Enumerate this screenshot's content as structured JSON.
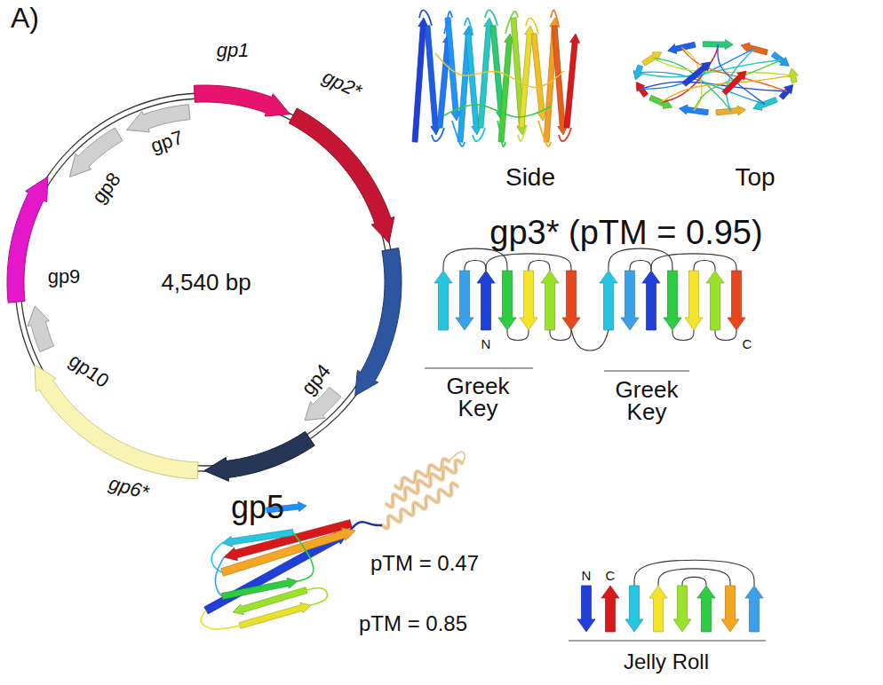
{
  "diagram": {
    "labels": [
      "A)",
      "gp1",
      "gp2*",
      "gp7",
      "gp8",
      "gp9",
      "4,540 bp",
      "gp10",
      "gp4",
      "gp6*",
      "gp5",
      "Side",
      "Top",
      "gp3* (pTM = 0.95)",
      "N",
      "C",
      "Greek Key",
      "Greek Key",
      "pTM = 0.47",
      "pTM = 0.85",
      "N",
      "C",
      "Jelly Roll"
    ]
  }
}
